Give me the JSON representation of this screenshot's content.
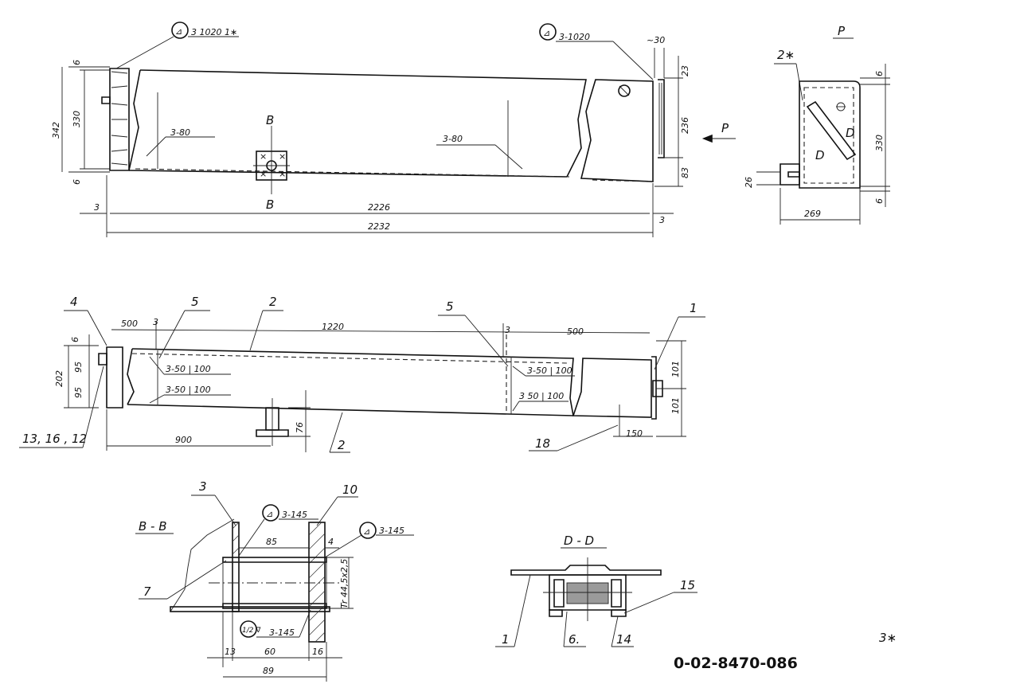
{
  "drawing_number": "0-02-8470-086",
  "sheet_mark": "3∗",
  "top_view": {
    "weld_left": "3  1020  1∗",
    "weld_right": "3-1020",
    "weld_mid_left": "3-80",
    "weld_mid_right": "3-80",
    "section_mark": "B",
    "dims": {
      "top_6": "6",
      "height_342": "342",
      "height_330": "330",
      "bottom_6": "6",
      "approx_30": "~30",
      "right_23": "23",
      "right_236": "236",
      "right_83": "83",
      "gap_left": "3",
      "gap_right": "3",
      "length_2226": "2226",
      "length_2232": "2232"
    },
    "view_arrow": "P"
  },
  "side_view_p": {
    "title": "P",
    "callout": "2∗",
    "label_d": "D",
    "dims": {
      "top_6": "6",
      "height_330": "330",
      "bottom_6": "6",
      "left_26": "26",
      "width_269": "269"
    }
  },
  "front_view": {
    "callouts": {
      "c4": "4",
      "c5a": "5",
      "c2a": "2",
      "c5b": "5",
      "c1": "1",
      "c2b": "2",
      "c18": "18",
      "c13": "13, 16 , 12"
    },
    "welds": {
      "w1": "3-50 | 100",
      "w2": "3-50 | 100",
      "w3": "3-50 | 100",
      "w4": "3  50 | 100"
    },
    "dims": {
      "d500a": "500",
      "d3a": "3",
      "d1220": "1220",
      "d3b": "3",
      "d500b": "500",
      "d6": "6",
      "d95a": "95",
      "d95b": "95",
      "d202": "202",
      "d101a": "101",
      "d101b": "101",
      "d76": "76",
      "d900": "900",
      "d150": "150"
    }
  },
  "section_bb": {
    "title": "B - B",
    "callouts": {
      "c3": "3",
      "c10": "10",
      "c7": "7"
    },
    "welds": {
      "w1": "3-145",
      "w2": "3-145",
      "w3": "3-145",
      "w3_sym": "1/2 ∇"
    },
    "dims": {
      "d85": "85",
      "d4": "4",
      "pipe": "Tr 44,5x2,5",
      "d13": "13",
      "d60": "60",
      "d16": "16",
      "d89": "89"
    }
  },
  "section_dd": {
    "title": "D - D",
    "callouts": {
      "c15": "15",
      "c1": "1",
      "c6": "6.",
      "c14": "14"
    }
  }
}
